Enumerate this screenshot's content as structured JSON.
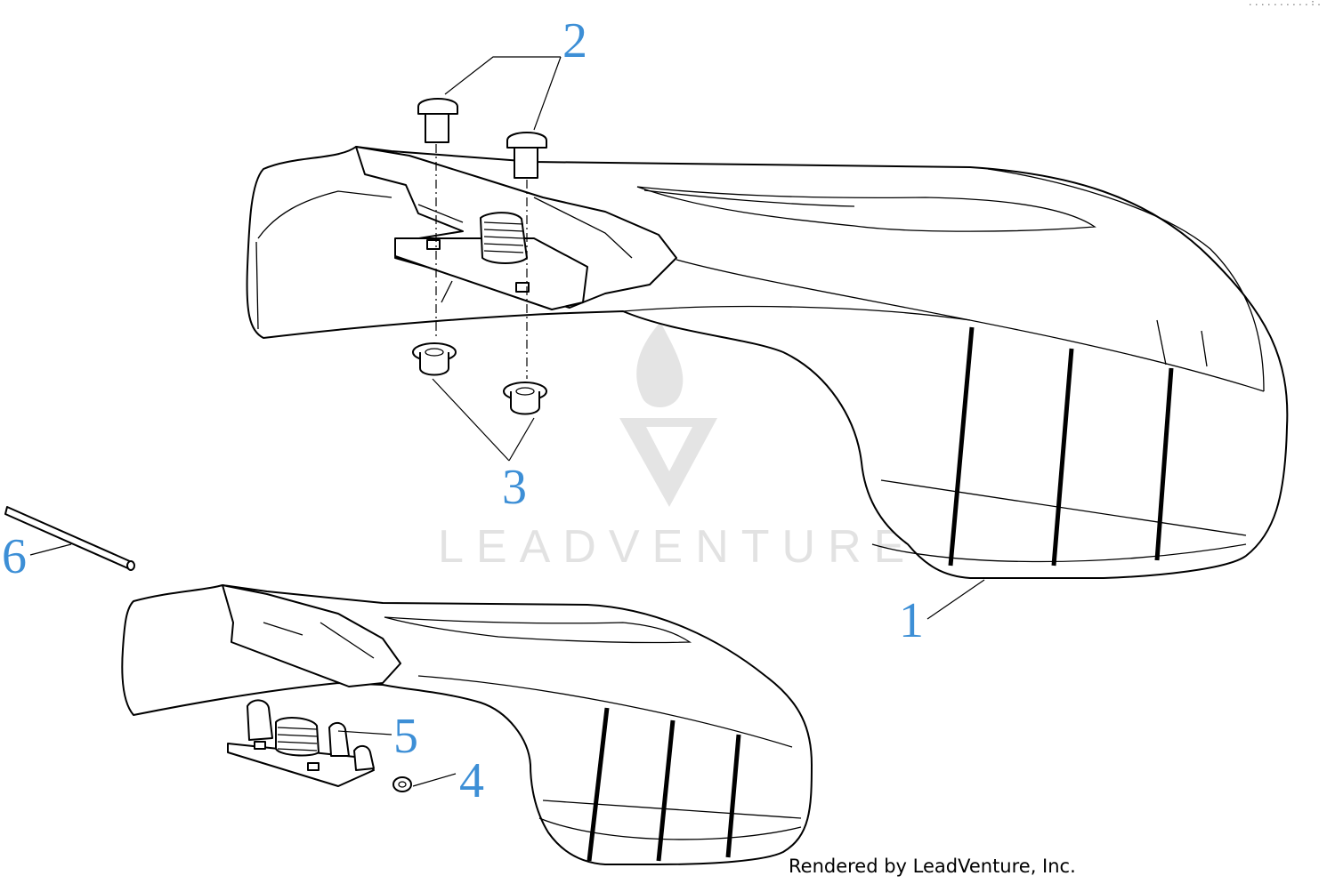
{
  "callouts": [
    {
      "id": "1",
      "label": "1"
    },
    {
      "id": "2",
      "label": "2"
    },
    {
      "id": "3",
      "label": "3"
    },
    {
      "id": "4",
      "label": "4"
    },
    {
      "id": "5",
      "label": "5"
    },
    {
      "id": "6",
      "label": "6"
    }
  ],
  "watermark": {
    "text": "LEADVENTURE"
  },
  "credit": {
    "text": "Rendered by LeadVenture, Inc."
  },
  "corner_marks": {
    "text": "..........:."
  },
  "colors": {
    "callout": "#3d8fd6",
    "line": "#000000",
    "watermark": "#e2e2e2"
  }
}
